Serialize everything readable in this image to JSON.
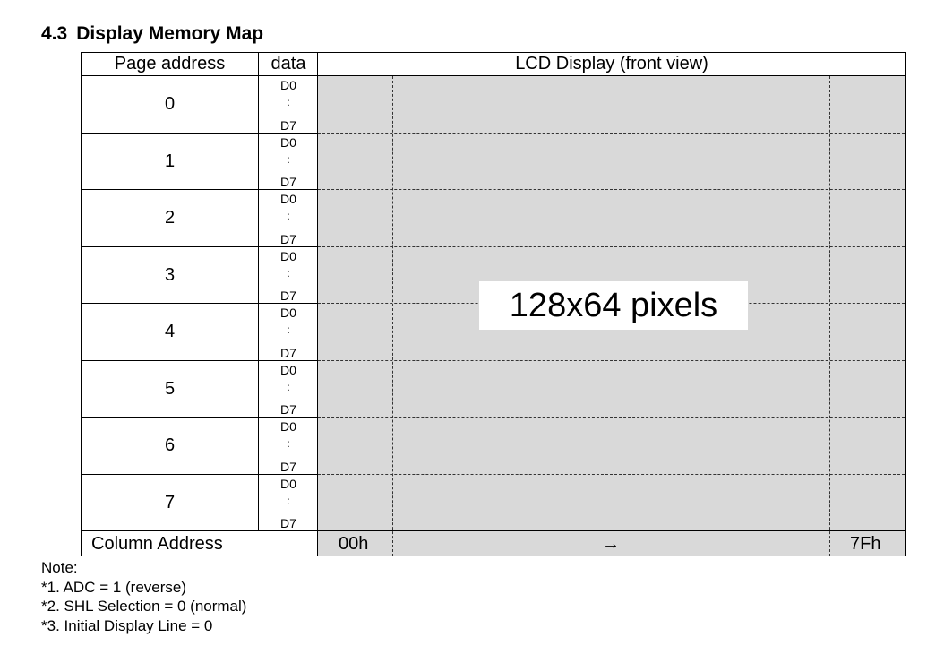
{
  "section": {
    "number": "4.3",
    "title": "Display Memory Map"
  },
  "table": {
    "headers": {
      "page_address": "Page address",
      "data": "data",
      "lcd": "LCD Display (front view)"
    },
    "pages": [
      "0",
      "1",
      "2",
      "3",
      "4",
      "5",
      "6",
      "7"
    ],
    "bit_top": "D0",
    "bit_mid": ":",
    "bit_bottom": "D7",
    "center_label": "128x64 pixels",
    "footer": {
      "label": "Column Address",
      "start": "00h",
      "arrow": "→",
      "end": "7Fh"
    }
  },
  "notes": {
    "title": "Note:",
    "items": [
      "*1. ADC = 1 (reverse)",
      "*2. SHL Selection = 0 (normal)",
      "*3. Initial Display Line = 0"
    ]
  }
}
